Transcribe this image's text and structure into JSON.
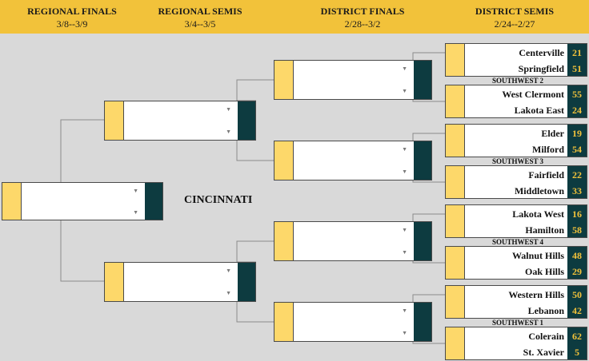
{
  "header": {
    "rounds": [
      {
        "name": "REGIONAL FINALS",
        "dates": "3/8--3/9"
      },
      {
        "name": "REGIONAL SEMIS",
        "dates": "3/4--3/5"
      },
      {
        "name": "DISTRICT FINALS",
        "dates": "2/28--3/2"
      },
      {
        "name": "DISTRICT SEMIS",
        "dates": "2/24--2/27"
      }
    ]
  },
  "region_title": "CINCINNATI",
  "district_semis": [
    {
      "top": {
        "team": "Centerville",
        "score": "21"
      },
      "bottom": {
        "team": "Springfield",
        "score": "51"
      }
    },
    {
      "top": {
        "team": "West Clermont",
        "score": "55"
      },
      "bottom": {
        "team": "Lakota East",
        "score": "24"
      }
    },
    {
      "top": {
        "team": "Elder",
        "score": "19"
      },
      "bottom": {
        "team": "Milford",
        "score": "54"
      }
    },
    {
      "top": {
        "team": "Fairfield",
        "score": "22"
      },
      "bottom": {
        "team": "Middletown",
        "score": "33"
      }
    },
    {
      "top": {
        "team": "Lakota West",
        "score": "16"
      },
      "bottom": {
        "team": "Hamilton",
        "score": "58"
      }
    },
    {
      "top": {
        "team": "Walnut Hills",
        "score": "48"
      },
      "bottom": {
        "team": "Oak Hills",
        "score": "29"
      }
    },
    {
      "top": {
        "team": "Western Hills",
        "score": "50"
      },
      "bottom": {
        "team": "Lebanon",
        "score": "42"
      }
    },
    {
      "top": {
        "team": "Colerain",
        "score": "62"
      },
      "bottom": {
        "team": "St. Xavier",
        "score": "5"
      }
    }
  ],
  "district_labels": [
    "SOUTHWEST 2",
    "SOUTHWEST 3",
    "SOUTHWEST 4",
    "SOUTHWEST 1"
  ],
  "colors": {
    "header": "#f2c23a",
    "seed": "#fdd86a",
    "score_bg": "#0d3b40",
    "score_text": "#f2c23a",
    "background": "#d9d9d9"
  },
  "icons": {
    "dropdown": "chevron-down-icon"
  }
}
